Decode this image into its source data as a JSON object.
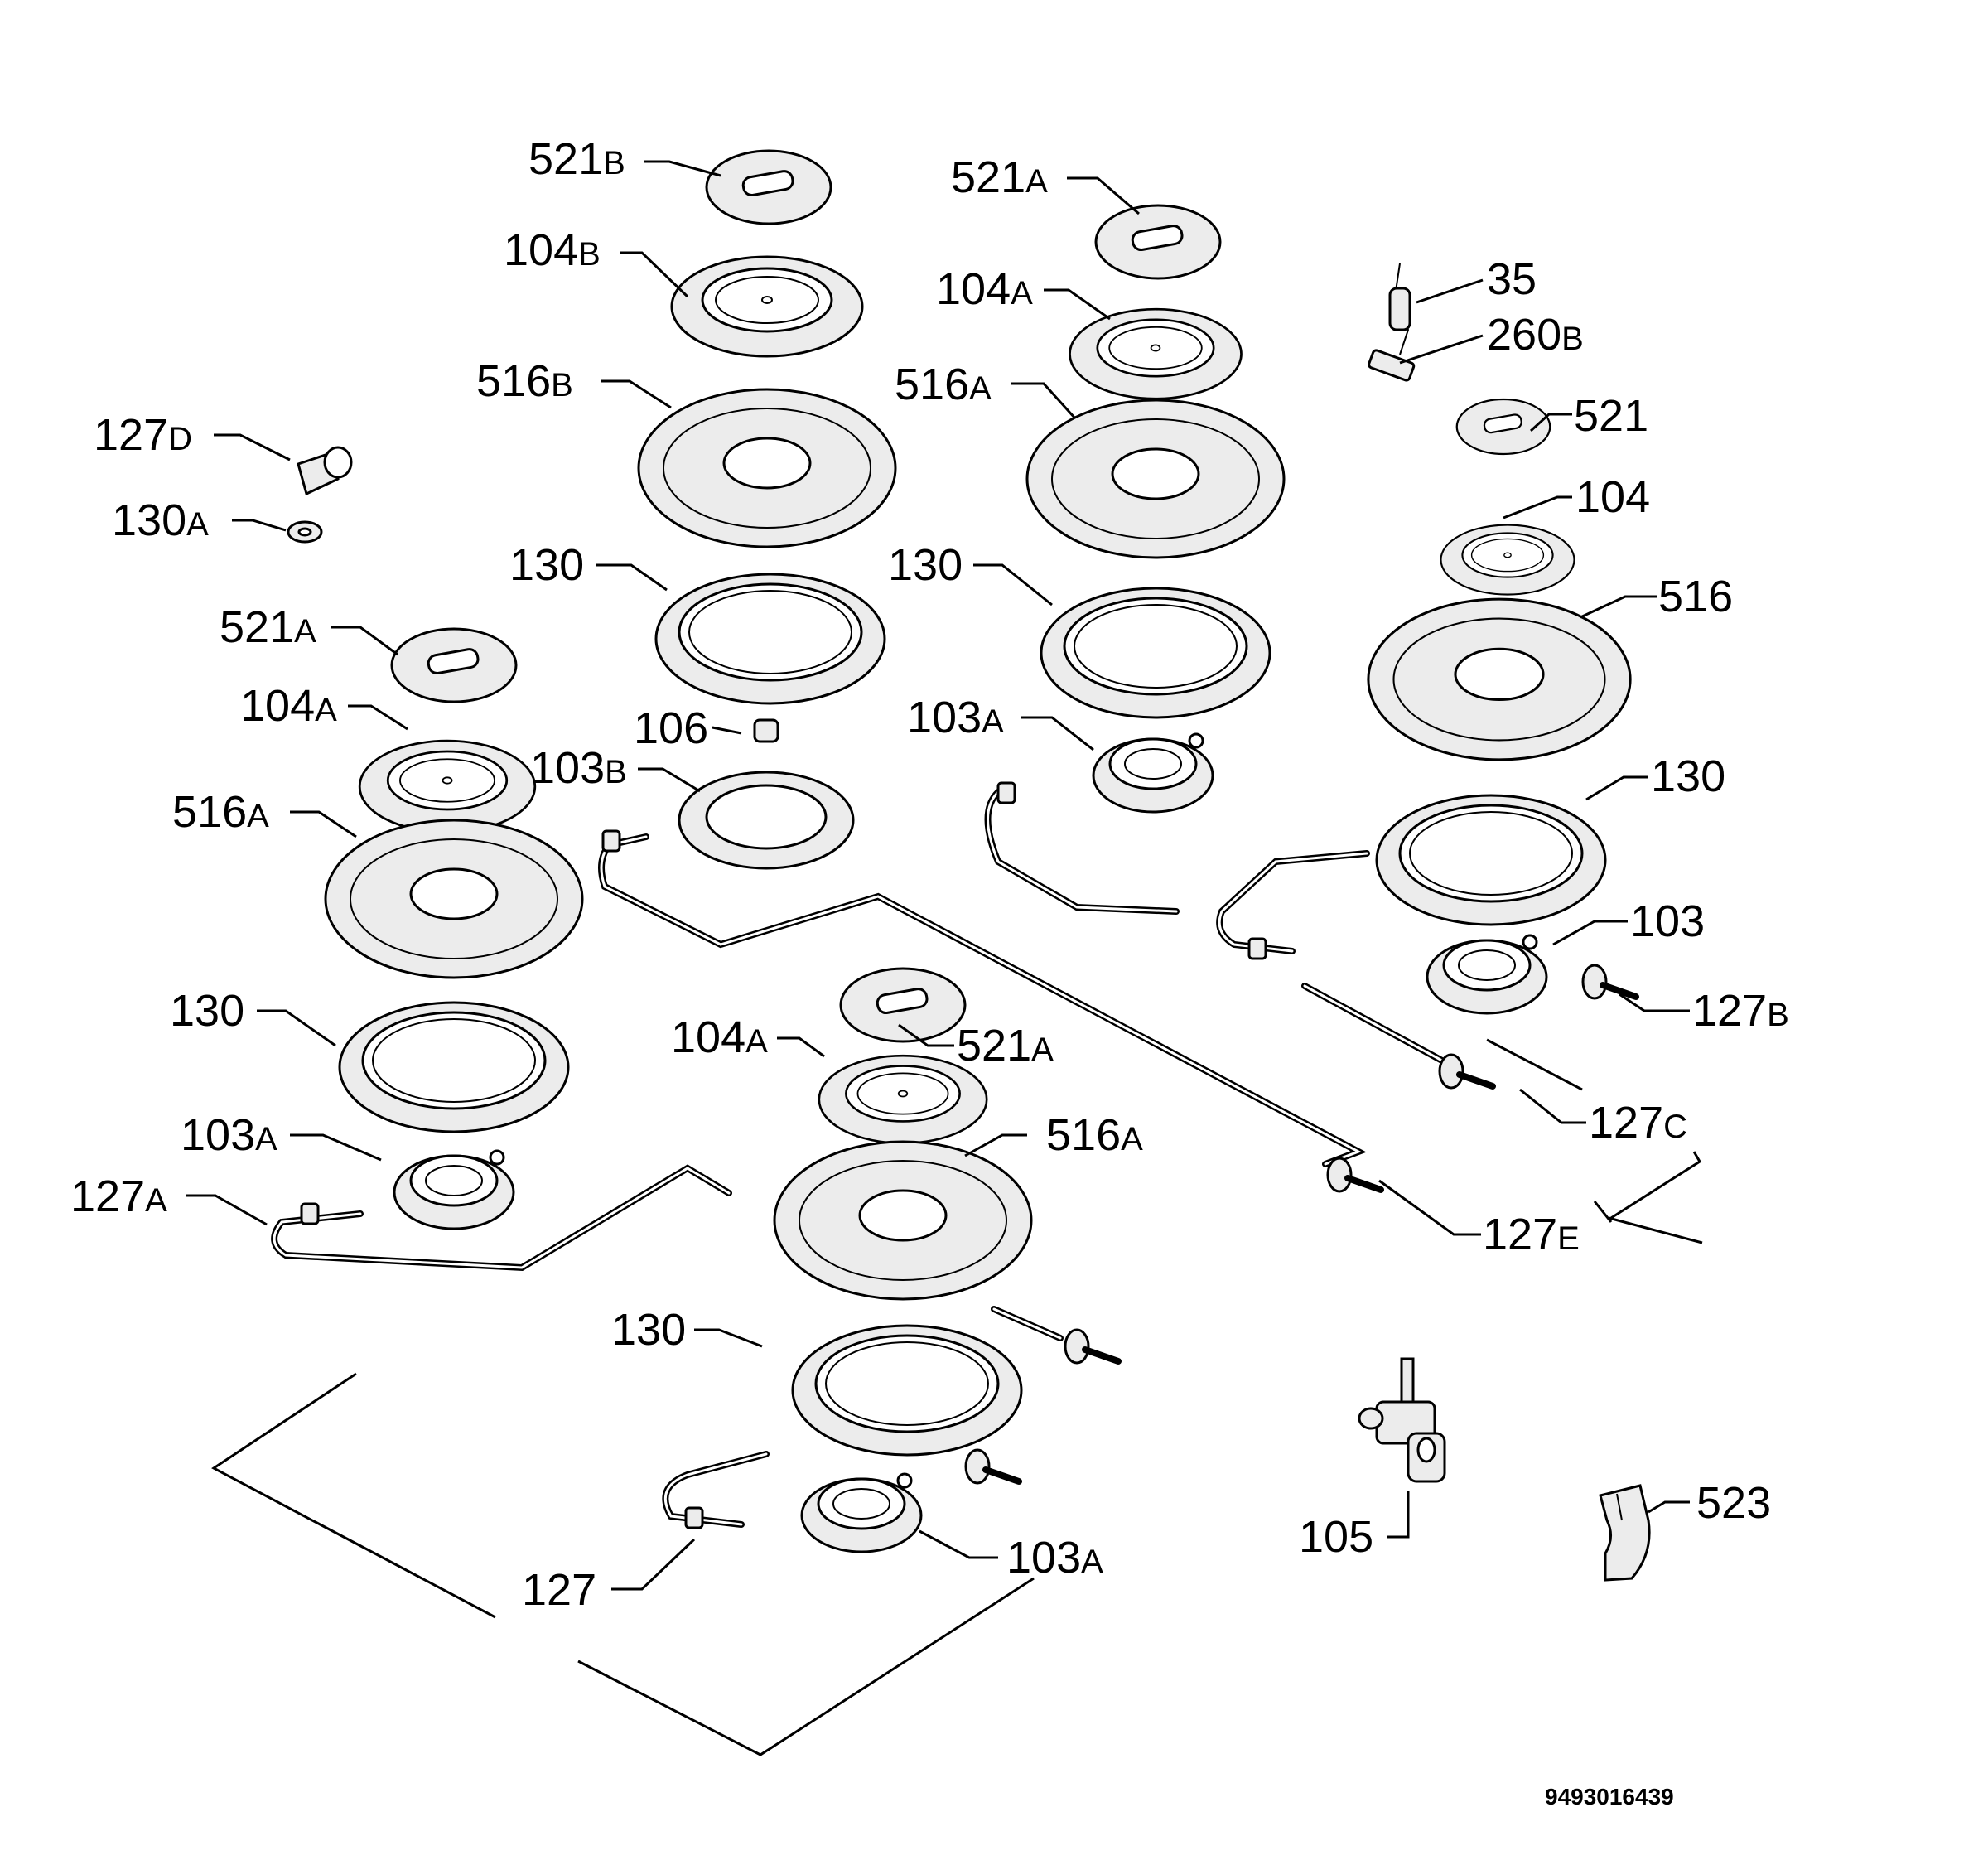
{
  "diagram": {
    "drawing_number": "9493016439",
    "labels": [
      {
        "id": "l-521b",
        "number": "521",
        "suffix": "B"
      },
      {
        "id": "l-104b",
        "number": "104",
        "suffix": "B"
      },
      {
        "id": "l-516b",
        "number": "516",
        "suffix": "B"
      },
      {
        "id": "l-130-c1",
        "number": "130",
        "suffix": ""
      },
      {
        "id": "l-106",
        "number": "106",
        "suffix": ""
      },
      {
        "id": "l-103b",
        "number": "103",
        "suffix": "B"
      },
      {
        "id": "l-521a-top",
        "number": "521",
        "suffix": "A"
      },
      {
        "id": "l-104a-top",
        "number": "104",
        "suffix": "A"
      },
      {
        "id": "l-516a-top",
        "number": "516",
        "suffix": "A"
      },
      {
        "id": "l-130-c2",
        "number": "130",
        "suffix": ""
      },
      {
        "id": "l-103a-top",
        "number": "103",
        "suffix": "A"
      },
      {
        "id": "l-35",
        "number": "35",
        "suffix": ""
      },
      {
        "id": "l-260b",
        "number": "260",
        "suffix": "B"
      },
      {
        "id": "l-521",
        "number": "521",
        "suffix": ""
      },
      {
        "id": "l-104",
        "number": "104",
        "suffix": ""
      },
      {
        "id": "l-516",
        "number": "516",
        "suffix": ""
      },
      {
        "id": "l-130-right",
        "number": "130",
        "suffix": ""
      },
      {
        "id": "l-103",
        "number": "103",
        "suffix": ""
      },
      {
        "id": "l-127b",
        "number": "127",
        "suffix": "B"
      },
      {
        "id": "l-127c",
        "number": "127",
        "suffix": "C"
      },
      {
        "id": "l-127e",
        "number": "127",
        "suffix": "E"
      },
      {
        "id": "l-127d",
        "number": "127",
        "suffix": "D"
      },
      {
        "id": "l-130a",
        "number": "130",
        "suffix": "A"
      },
      {
        "id": "l-521a-left",
        "number": "521",
        "suffix": "A"
      },
      {
        "id": "l-104a-left",
        "number": "104",
        "suffix": "A"
      },
      {
        "id": "l-516a-left",
        "number": "516",
        "suffix": "A"
      },
      {
        "id": "l-130-left",
        "number": "130",
        "suffix": ""
      },
      {
        "id": "l-103a-left",
        "number": "103",
        "suffix": "A"
      },
      {
        "id": "l-127a",
        "number": "127",
        "suffix": "A"
      },
      {
        "id": "l-521a-bottom",
        "number": "521",
        "suffix": "A"
      },
      {
        "id": "l-104a-bottom",
        "number": "104",
        "suffix": "A"
      },
      {
        "id": "l-516a-bottom",
        "number": "516",
        "suffix": "A"
      },
      {
        "id": "l-130-bottom",
        "number": "130",
        "suffix": ""
      },
      {
        "id": "l-127",
        "number": "127",
        "suffix": ""
      },
      {
        "id": "l-103a-bottom",
        "number": "103",
        "suffix": "A"
      },
      {
        "id": "l-105",
        "number": "105",
        "suffix": ""
      },
      {
        "id": "l-523",
        "number": "523",
        "suffix": ""
      }
    ]
  }
}
